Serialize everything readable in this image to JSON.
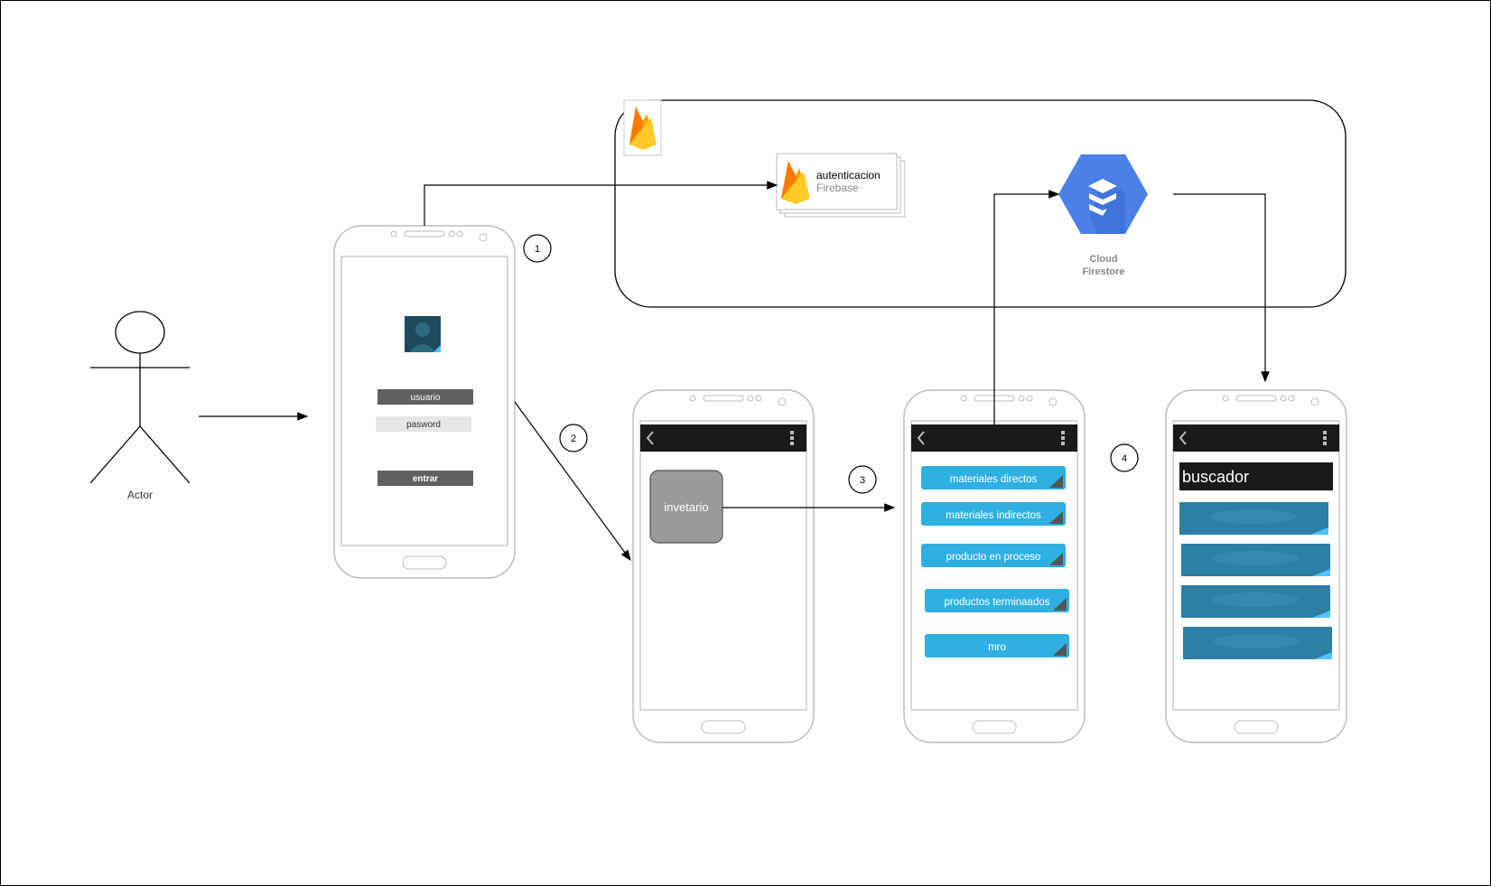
{
  "actor": {
    "label": "Actor"
  },
  "login_phone": {
    "username_label": "usuario",
    "password_label": "pasword",
    "submit_label": "entrar"
  },
  "cloud": {
    "auth_title": "autenticacion",
    "auth_subtitle": "Firebase",
    "firestore_line1": "Cloud",
    "firestore_line2": "Firestore"
  },
  "steps": [
    "1",
    "2",
    "3",
    "4"
  ],
  "inventory_phone": {
    "button_label": "invetario"
  },
  "categories_phone": {
    "items": [
      "materiales directos",
      "materiales indirectos",
      "producto en proceso",
      "productos terminaados",
      "mro"
    ]
  },
  "search_phone": {
    "search_label": "buscador"
  },
  "colors": {
    "firebase_orange": "#FFA000",
    "firebase_yellow": "#FFCA28",
    "firestore_blue": "#4A80E8",
    "category_button": "#2EB0E2",
    "dark_bar": "#1A1A1A",
    "list_item": "#2E7FA6"
  }
}
